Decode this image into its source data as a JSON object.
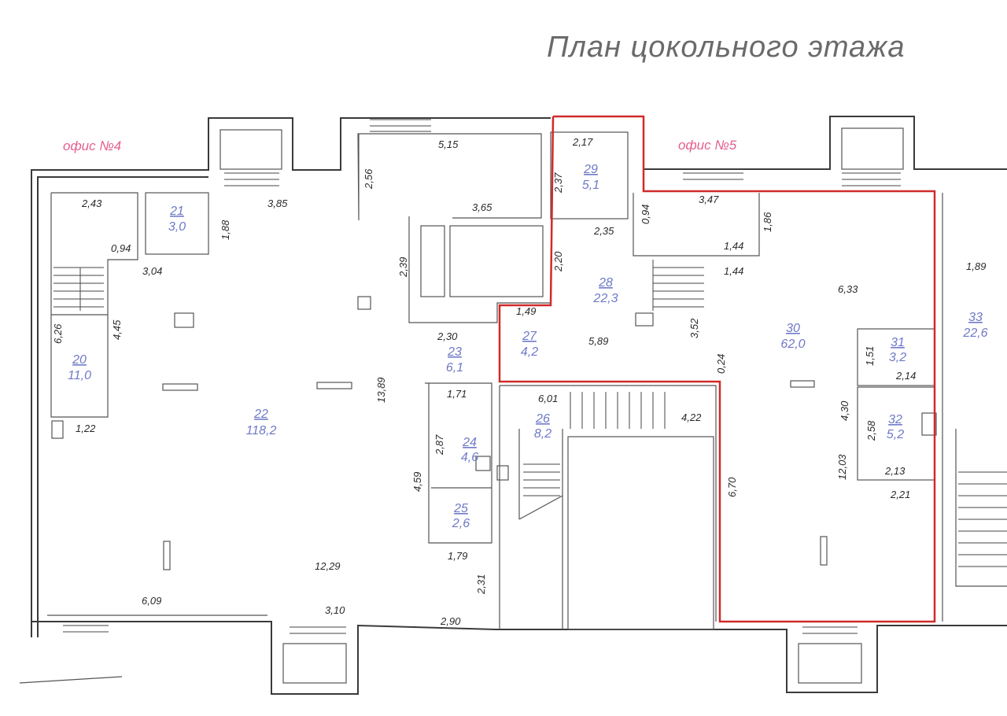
{
  "title": "План цокольного этажа",
  "offices": [
    {
      "label": "офис №4"
    },
    {
      "label": "офис №5"
    }
  ],
  "rooms": [
    {
      "id": "20",
      "num": "20",
      "area": "11,0"
    },
    {
      "id": "21",
      "num": "21",
      "area": "3,0"
    },
    {
      "id": "22",
      "num": "22",
      "area": "118,2"
    },
    {
      "id": "23",
      "num": "23",
      "area": "6,1"
    },
    {
      "id": "24",
      "num": "24",
      "area": "4,6"
    },
    {
      "id": "25",
      "num": "25",
      "area": "2,6"
    },
    {
      "id": "26",
      "num": "26",
      "area": "8,2"
    },
    {
      "id": "27",
      "num": "27",
      "area": "4,2"
    },
    {
      "id": "28",
      "num": "28",
      "area": "22,3"
    },
    {
      "id": "29",
      "num": "29",
      "area": "5,1"
    },
    {
      "id": "30",
      "num": "30",
      "area": "62,0"
    },
    {
      "id": "31",
      "num": "31",
      "area": "3,2"
    },
    {
      "id": "32",
      "num": "32",
      "area": "5,2"
    },
    {
      "id": "33",
      "num": "33",
      "area": "22,6"
    }
  ],
  "dimensions": [
    "2,43",
    "0,94",
    "3,04",
    "1,88",
    "3,85",
    "2,56",
    "5,15",
    "3,65",
    "2,39",
    "6,26",
    "4,45",
    "1,22",
    "13,89",
    "2,30",
    "1,71",
    "2,87",
    "4,59",
    "1,79",
    "2,31",
    "12,29",
    "6,09",
    "3,10",
    "2,90",
    "2,17",
    "2,37",
    "2,35",
    "2,20",
    "1,49",
    "5,89",
    "6,01",
    "4,22",
    "0,94",
    "3,47",
    "1,86",
    "1,44",
    "1,44",
    "3,52",
    "0,24",
    "6,70",
    "6,33",
    "1,51",
    "2,14",
    "4,30",
    "2,58",
    "2,13",
    "2,21",
    "12,03",
    "1,89"
  ],
  "highlight_color": "#d12a2a",
  "room_label_color": "#6f79c8",
  "office_label_color": "#e3608f"
}
